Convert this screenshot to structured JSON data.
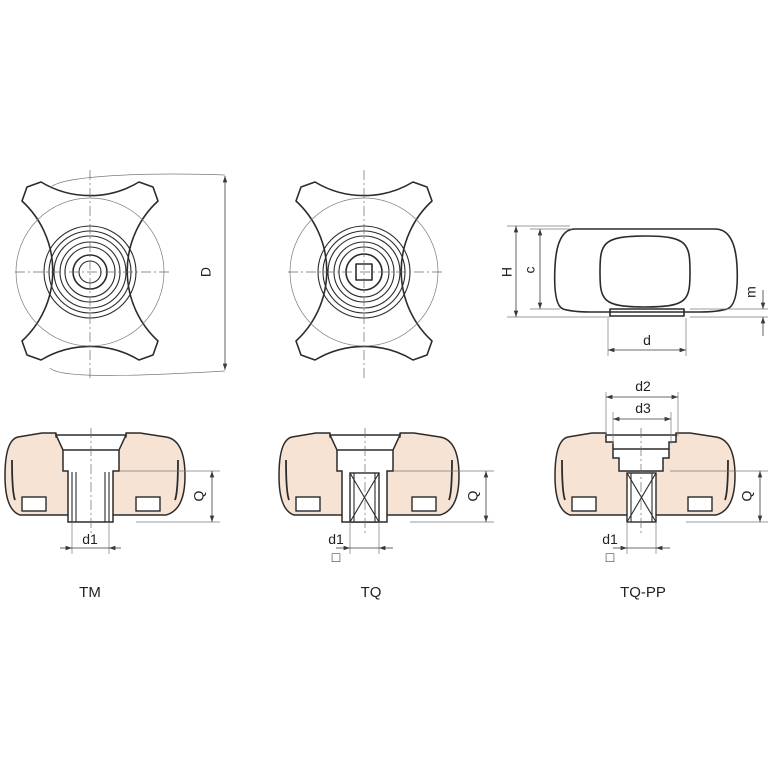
{
  "colors": {
    "section_fill": "#f7e3d4",
    "line": "#2b2b2b"
  },
  "dimensions": {
    "D": "D",
    "H": "H",
    "c": "c",
    "m": "m",
    "d": "d",
    "Q": "Q",
    "d1": "d1",
    "d2": "d2",
    "d3": "d3",
    "square_symbol": "□"
  },
  "captions": {
    "tm": "TM",
    "tq": "TQ",
    "tqpp": "TQ-PP"
  }
}
